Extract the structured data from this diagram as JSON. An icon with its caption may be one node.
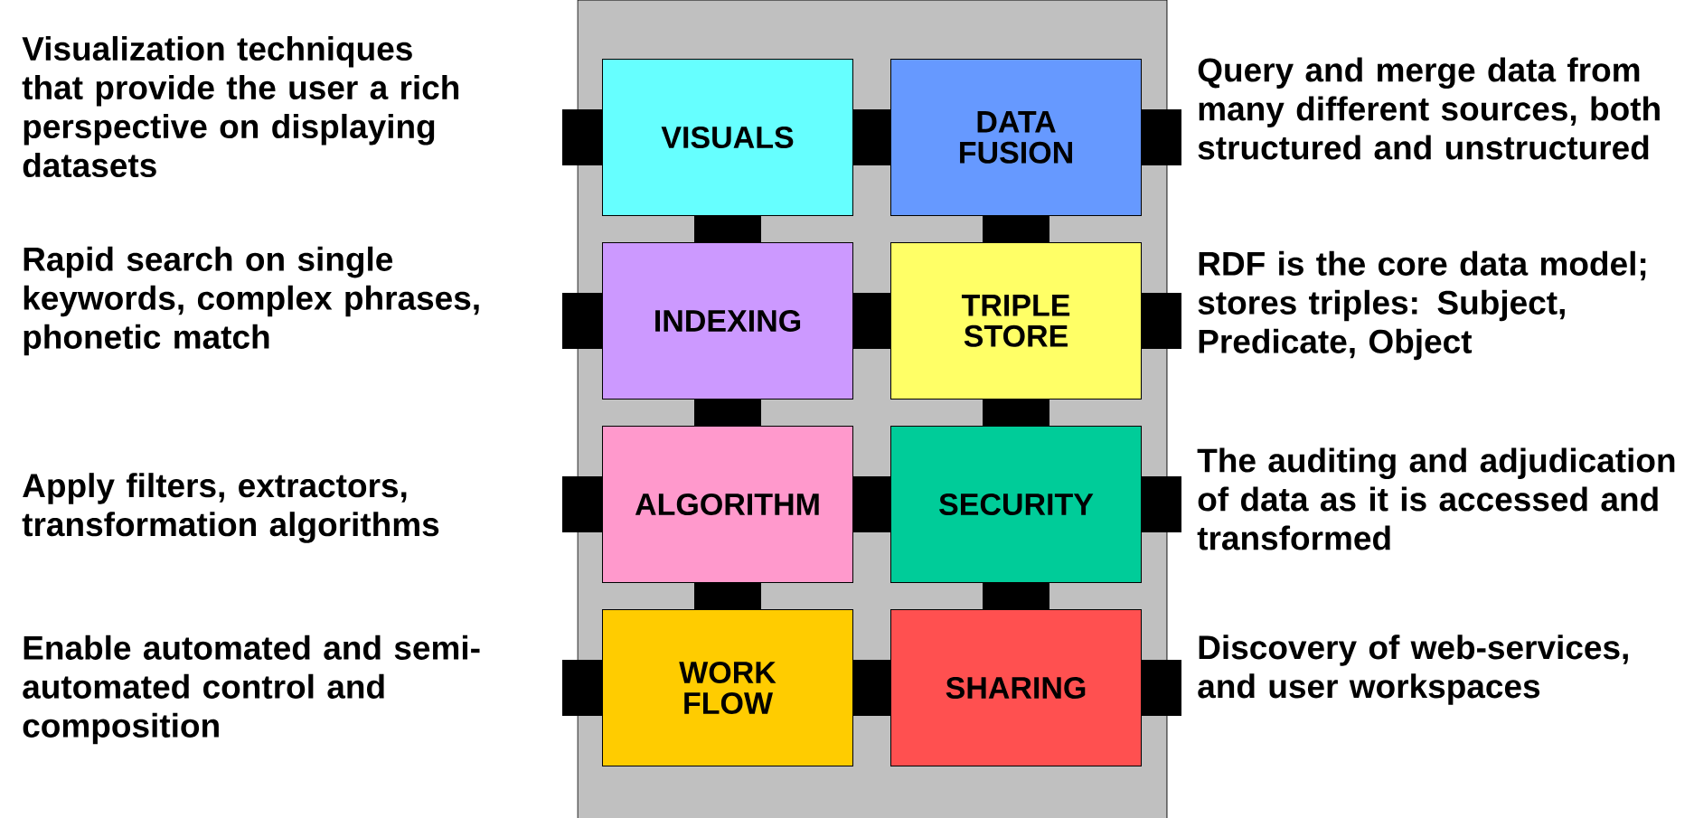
{
  "diagram": {
    "nodes": [
      {
        "text": [],
        "shape": "box"
      },
      {
        "text": [
          "VISUALS"
        ],
        "in": 0
      },
      {
        "text": [
          "DATA FUSION"
        ],
        "in": 0
      },
      {
        "text": [
          "INDEXING"
        ],
        "in": 0
      },
      {
        "text": [
          "TRIPLE STORE"
        ],
        "in": 0
      },
      {
        "text": [
          "ALGORITHM"
        ],
        "in": 0
      },
      {
        "text": [
          "SECURITY"
        ],
        "in": 0
      },
      {
        "text": [
          "WORK FLOW"
        ],
        "in": 0
      },
      {
        "text": [
          "SHARING"
        ],
        "in": 0
      }
    ],
    "edges": [
      {
        "from": 1,
        "to": 2,
        "arrow": "none"
      },
      {
        "from": 3,
        "to": 4,
        "arrow": "none"
      },
      {
        "from": 5,
        "to": 6,
        "arrow": "none"
      },
      {
        "from": 7,
        "to": 8,
        "arrow": "none"
      },
      {
        "from": 1,
        "to": 3,
        "arrow": "none"
      },
      {
        "from": 3,
        "to": 5,
        "arrow": "none"
      },
      {
        "from": 5,
        "to": 7,
        "arrow": "none"
      },
      {
        "from": 2,
        "to": 4,
        "arrow": "none"
      },
      {
        "from": 4,
        "to": 6,
        "arrow": "none"
      },
      {
        "from": 6,
        "to": 8,
        "arrow": "none"
      },
      {
        "from": 1,
        "to": null,
        "arrow": "none"
      },
      {
        "from": 2,
        "to": null,
        "arrow": "none"
      },
      {
        "from": 3,
        "to": null,
        "arrow": "none"
      },
      {
        "from": 4,
        "to": null,
        "arrow": "none"
      },
      {
        "from": 5,
        "to": null,
        "arrow": "none"
      },
      {
        "from": 6,
        "to": null,
        "arrow": "none"
      },
      {
        "from": 7,
        "to": null,
        "arrow": "none"
      },
      {
        "from": 8,
        "to": null,
        "arrow": "none"
      }
    ],
    "labels": [
      "Visualization techniques that provide the user a rich perspective on displaying datasets",
      "Query and merge data from many different sources, both structured and unstructured",
      "Rapid search on single keywords, complex phrases, phonetic match",
      "RDF is the core data model; stores triples: Subject, Predicate, Object",
      "Apply filters, extractors, transformation algorithms",
      "The auditing and adjudication of data as it is accessed and transformed",
      "Enable automated and semi-automated control and composition",
      "Discovery of web-services, and user workspaces"
    ]
  }
}
